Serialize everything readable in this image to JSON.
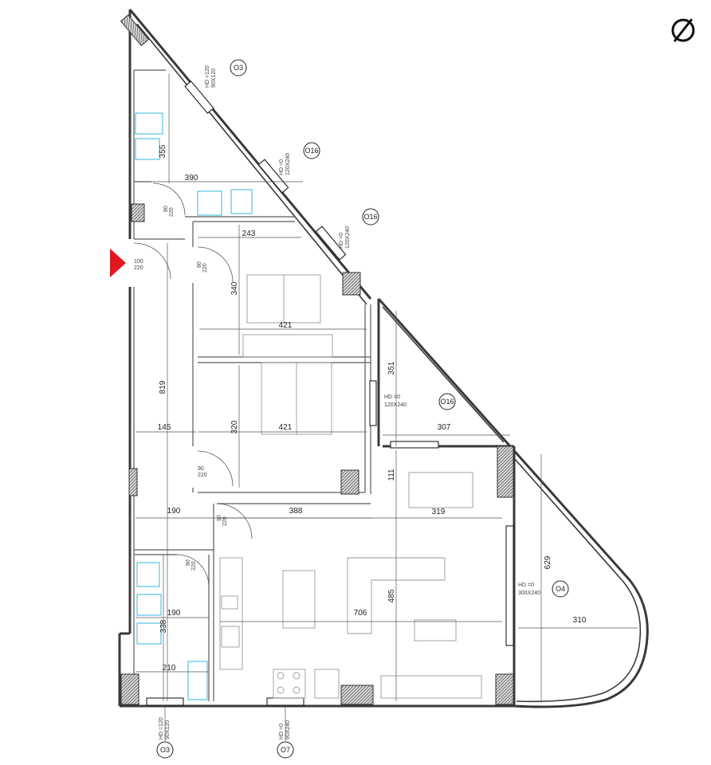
{
  "dimensions": {
    "bath_top_h": "355",
    "hall_top_w": "390",
    "room1_w": "243",
    "room1_h": "340",
    "room1_inner": "421",
    "room2_inner": "421",
    "room2_h": "320",
    "hall_depth": "819",
    "hall_w1": "145",
    "balcony_h": "351",
    "kitchen_w": "307",
    "kitchen_h": "111",
    "hall_w2": "190",
    "living_w": "388",
    "dining_w": "319",
    "living_h": "485",
    "living_total": "706",
    "bath_bottom_w": "190",
    "bath_bottom_h": "338",
    "bath_bottom_base": "210",
    "terrace_h": "629",
    "terrace_w": "310"
  },
  "doors": {
    "entry": [
      "100",
      "220"
    ],
    "d1": [
      "80",
      "220"
    ],
    "d2": [
      "80",
      "220"
    ],
    "d3": [
      "90",
      "220"
    ],
    "d4": [
      "90",
      "220"
    ],
    "d5": [
      "80",
      "220"
    ]
  },
  "windows": {
    "w1": {
      "hd": "HD =120",
      "size": "90X120",
      "tag": "O3"
    },
    "w2": {
      "hd": "HD =0",
      "size": "120X240",
      "tag": "O16"
    },
    "w3": {
      "hd": "HD =0",
      "size": "120X240",
      "tag": "O16"
    },
    "w4": {
      "hd": "HD =0",
      "size": "120X240",
      "tag": "O16"
    },
    "w5": {
      "hd": "HD =0",
      "size": "300X240",
      "tag": "O4"
    },
    "w6": {
      "hd": "HD =120",
      "size": "90X120",
      "tag": "O3"
    },
    "w7": {
      "hd": "HD =0",
      "size": "90X240",
      "tag": "O7"
    }
  },
  "colors": {
    "entry_marker": "#e0171e",
    "sanitary": "#33b7e0"
  },
  "icons": {
    "north": "compass-north-icon",
    "entry": "entry-arrow-icon"
  }
}
